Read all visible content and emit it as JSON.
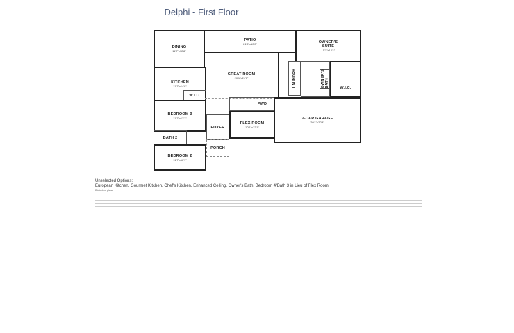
{
  "title": "Delphi - First Floor",
  "rooms": {
    "dining": {
      "name": "DINING",
      "dim": "11'7\"x12'8\""
    },
    "patio": {
      "name": "PATIO",
      "dim": "21'2\"x10'0\""
    },
    "owners_suite": {
      "name": "OWNER'S SUITE",
      "dim": "15'1\"x14'1\""
    },
    "great_room": {
      "name": "GREAT ROOM",
      "dim": "20'1\"x21'1\""
    },
    "kitchen": {
      "name": "KITCHEN",
      "dim": "11'7\"x14'8\""
    },
    "wic1": {
      "name": "W.I.C."
    },
    "laundry": {
      "name": "LAUNDRY"
    },
    "owners_bath": {
      "name": "OWNER'S BATH"
    },
    "wic2": {
      "name": "W.I.C."
    },
    "bedroom3": {
      "name": "BEDROOM 3",
      "dim": "11'7\"x12'1\""
    },
    "pwd": {
      "name": "PWD"
    },
    "flex": {
      "name": "FLEX ROOM",
      "dim": "10'1\"x12'1\""
    },
    "garage": {
      "name": "2-CAR GARAGE",
      "dim": "20'1\"x20'4\""
    },
    "foyer": {
      "name": "FOYER"
    },
    "bath2": {
      "name": "BATH 2"
    },
    "porch": {
      "name": "PORCH"
    },
    "bedroom2": {
      "name": "BEDROOM 2",
      "dim": "11'7\"x12'1\""
    }
  },
  "notes": {
    "heading": "Unselected Options:",
    "options": "European Kitchen, Gourmet Kitchen, Chef's Kitchen, Enhanced Ceiling, Owner's Bath, Bedroom 4/Bath 3 in Lieu of Flex Room",
    "printed": "Printed on plans"
  }
}
